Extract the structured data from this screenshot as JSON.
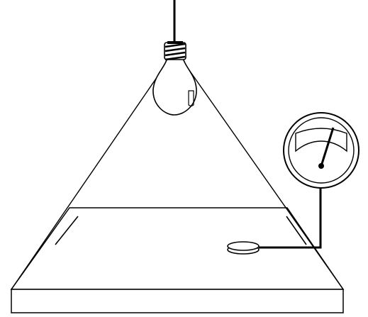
{
  "diagram": {
    "components": [
      {
        "id": "bulb",
        "icon": "light-bulb-icon"
      },
      {
        "id": "light-cone",
        "icon": "light-cone"
      },
      {
        "id": "table",
        "icon": "table-slab"
      },
      {
        "id": "sensor",
        "icon": "light-sensor-disc"
      },
      {
        "id": "meter",
        "icon": "analog-meter-icon"
      }
    ],
    "colors": {
      "stroke": "#000000",
      "background": "#ffffff",
      "meter_face_fill": "#ffffff",
      "filament": "#444444"
    }
  }
}
